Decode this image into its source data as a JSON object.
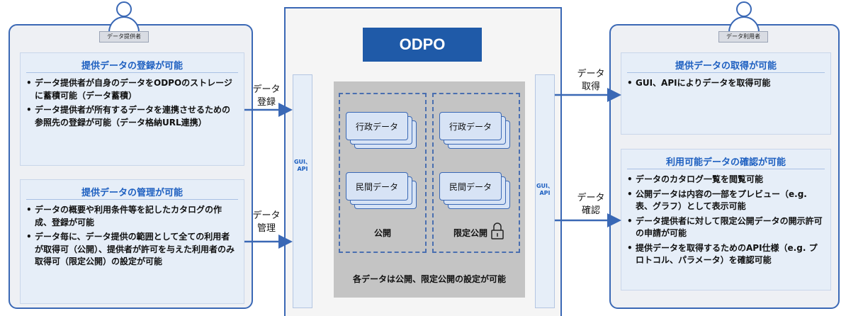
{
  "center": {
    "title": "ODPO",
    "api_left": "GUI、\nAPI",
    "api_right": "GUI、\nAPI",
    "items": {
      "gov": "行政データ",
      "priv": "民間データ"
    },
    "zone_public": "公開",
    "zone_limited": "限定公開",
    "note": "各データは公開、限定公開の設定が可能"
  },
  "left": {
    "person_label": "データ提供者",
    "card1": {
      "title": "提供データの登録が可能",
      "bullets": [
        "データ提供者が自身のデータをODPOのストレージに蓄積可能（データ蓄積）",
        "データ提供者が所有するデータを連携させるための参照先の登録が可能（データ格納URL連携）"
      ]
    },
    "card2": {
      "title": "提供データの管理が可能",
      "bullets": [
        "データの概要や利用条件等を記したカタログの作成、登録が可能",
        "データ毎に、データ提供の範囲として全ての利用者が取得可（公開）、提供者が許可を与えた利用者のみ取得可（限定公開）の設定が可能"
      ]
    }
  },
  "right": {
    "person_label": "データ利用者",
    "card1": {
      "title": "提供データの取得が可能",
      "bullets": [
        "GUI、APIによりデータを取得可能"
      ]
    },
    "card2": {
      "title": "利用可能データの確認が可能",
      "bullets": [
        "データのカタログ一覧を閲覧可能",
        "公開データは内容の一部をプレビュー（e.g. 表、グラフ）として表示可能",
        "データ提供者に対して限定公開データの開示許可の申請が可能",
        "提供データを取得するためのAPI仕様（e.g. プロトコル、パラメータ）を確認可能"
      ]
    }
  },
  "arrows": {
    "register": "データ\n登録",
    "manage": "データ\n管理",
    "acquire": "データ\n取得",
    "confirm": "データ\n確認"
  },
  "colors": {
    "accent": "#3a68b5",
    "brand": "#1f5aa8",
    "title_text": "#1d5fc0"
  }
}
